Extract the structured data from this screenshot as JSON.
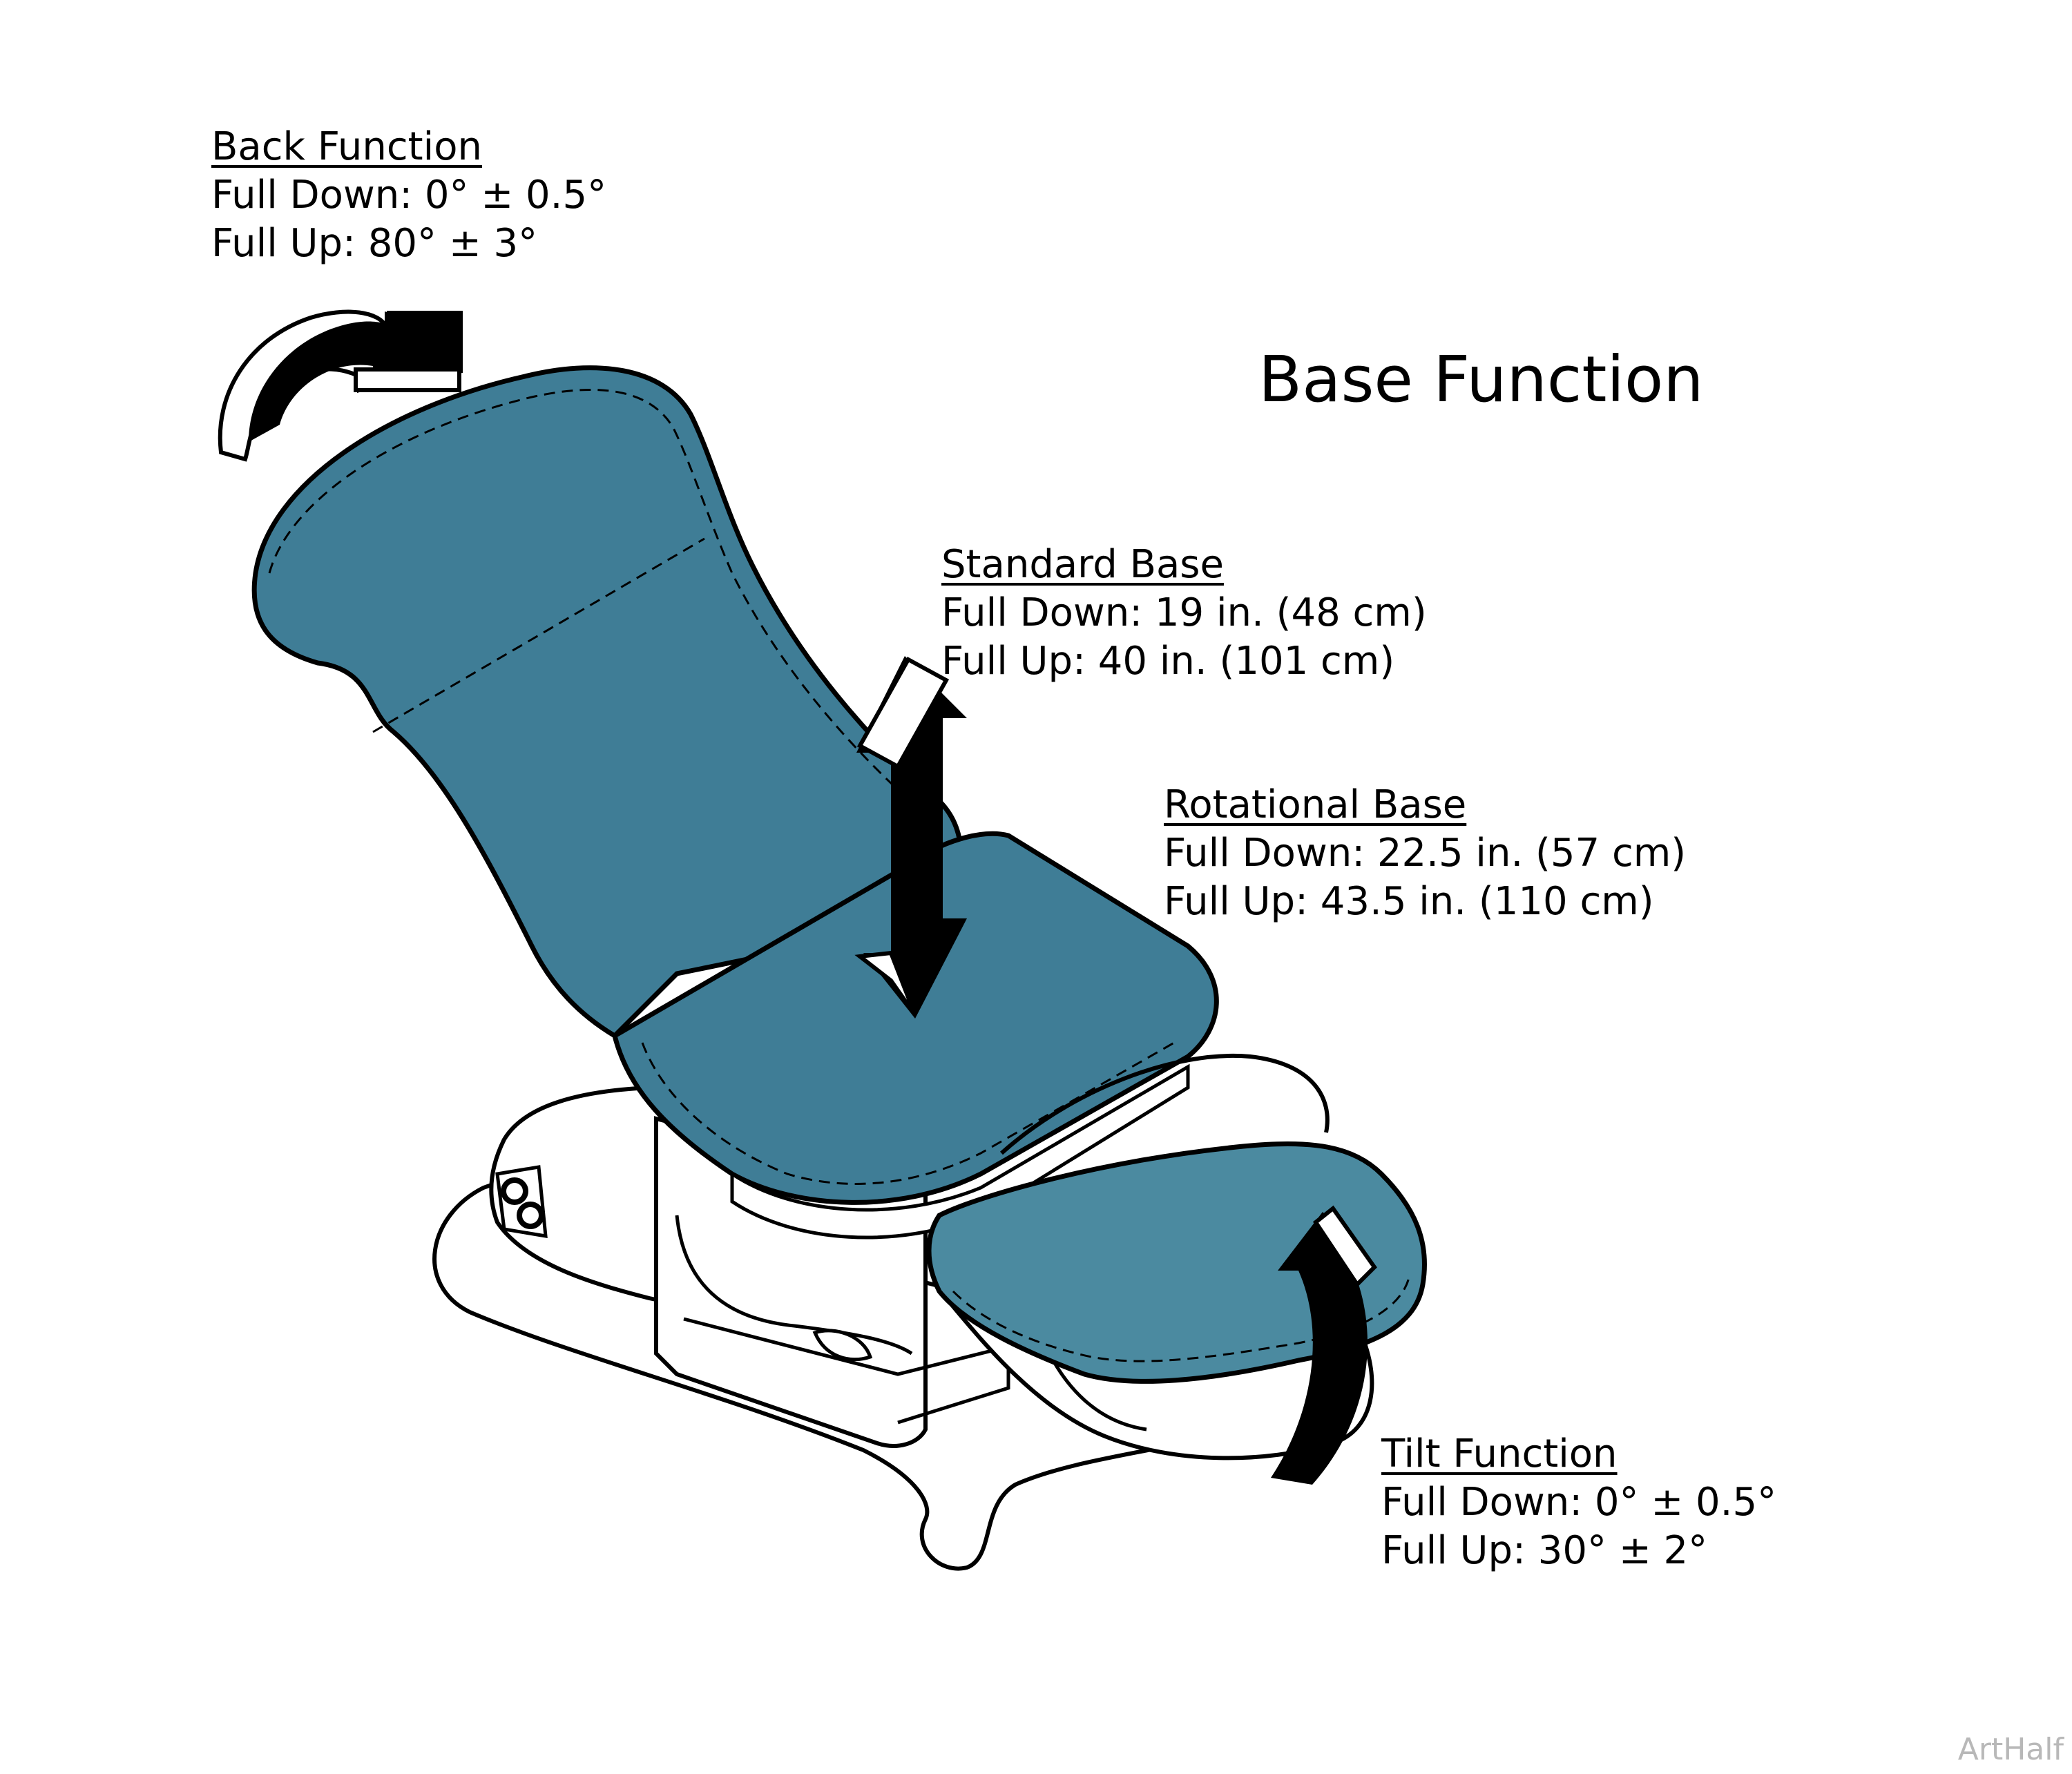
{
  "title": "Base Function",
  "labels": {
    "back": {
      "heading": "Back Function",
      "line1": "Full Down: 0° ± 0.5°",
      "line2": "Full Up: 80° ± 3°"
    },
    "standard": {
      "heading": "Standard Base",
      "line1": "Full Down: 19 in. (48 cm)",
      "line2": "Full Up: 40 in. (101 cm)"
    },
    "rotational": {
      "heading": "Rotational Base",
      "line1": "Full Down: 22.5 in. (57 cm)",
      "line2": "Full Up: 43.5 in. (110 cm)"
    },
    "tilt": {
      "heading": "Tilt Function",
      "line1": "Full Down: 0° ± 0.5°",
      "line2": "Full Up: 30° ± 2°"
    }
  },
  "watermark": "ArtHalf",
  "colors": {
    "upholstery": "#3f7d96",
    "footrest": "#4b8aa0",
    "outline": "#000000",
    "arrow": "#000000",
    "arrow_face": "#ffffff",
    "base": "#ffffff"
  },
  "icons": {
    "back_arrow": "curved-arrow-icon",
    "height_arrow": "double-arrow-icon",
    "tilt_arrow": "curved-arrow-icon"
  }
}
